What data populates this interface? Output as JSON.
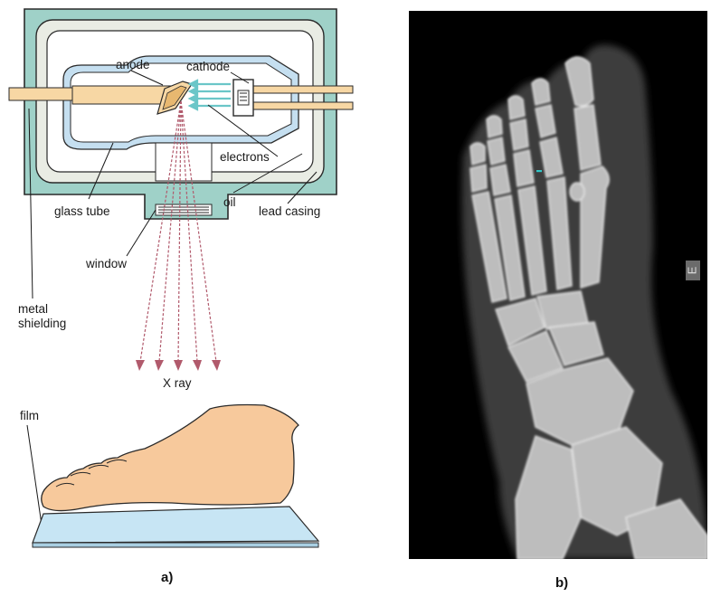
{
  "panel_a": {
    "labels": {
      "anode": "anode",
      "cathode": "cathode",
      "electrons": "electrons",
      "glass_tube": "glass tube",
      "oil": "oil",
      "lead_casing": "lead casing",
      "window": "window",
      "metal_shielding_line1": "metal",
      "metal_shielding_line2": "shielding",
      "x_ray": "X ray",
      "film": "film"
    },
    "caption": "a)"
  },
  "panel_b": {
    "marker": "E",
    "caption": "b)"
  },
  "colors": {
    "shielding": "#9fd1c8",
    "lead": "#e9ece4",
    "glass": "#c5dff0",
    "anode": "#f7d7a4",
    "skin": "#f7c99c",
    "film": "#c7e5f4",
    "rays": "#b15a6c",
    "electrons": "#6bc6c8"
  }
}
